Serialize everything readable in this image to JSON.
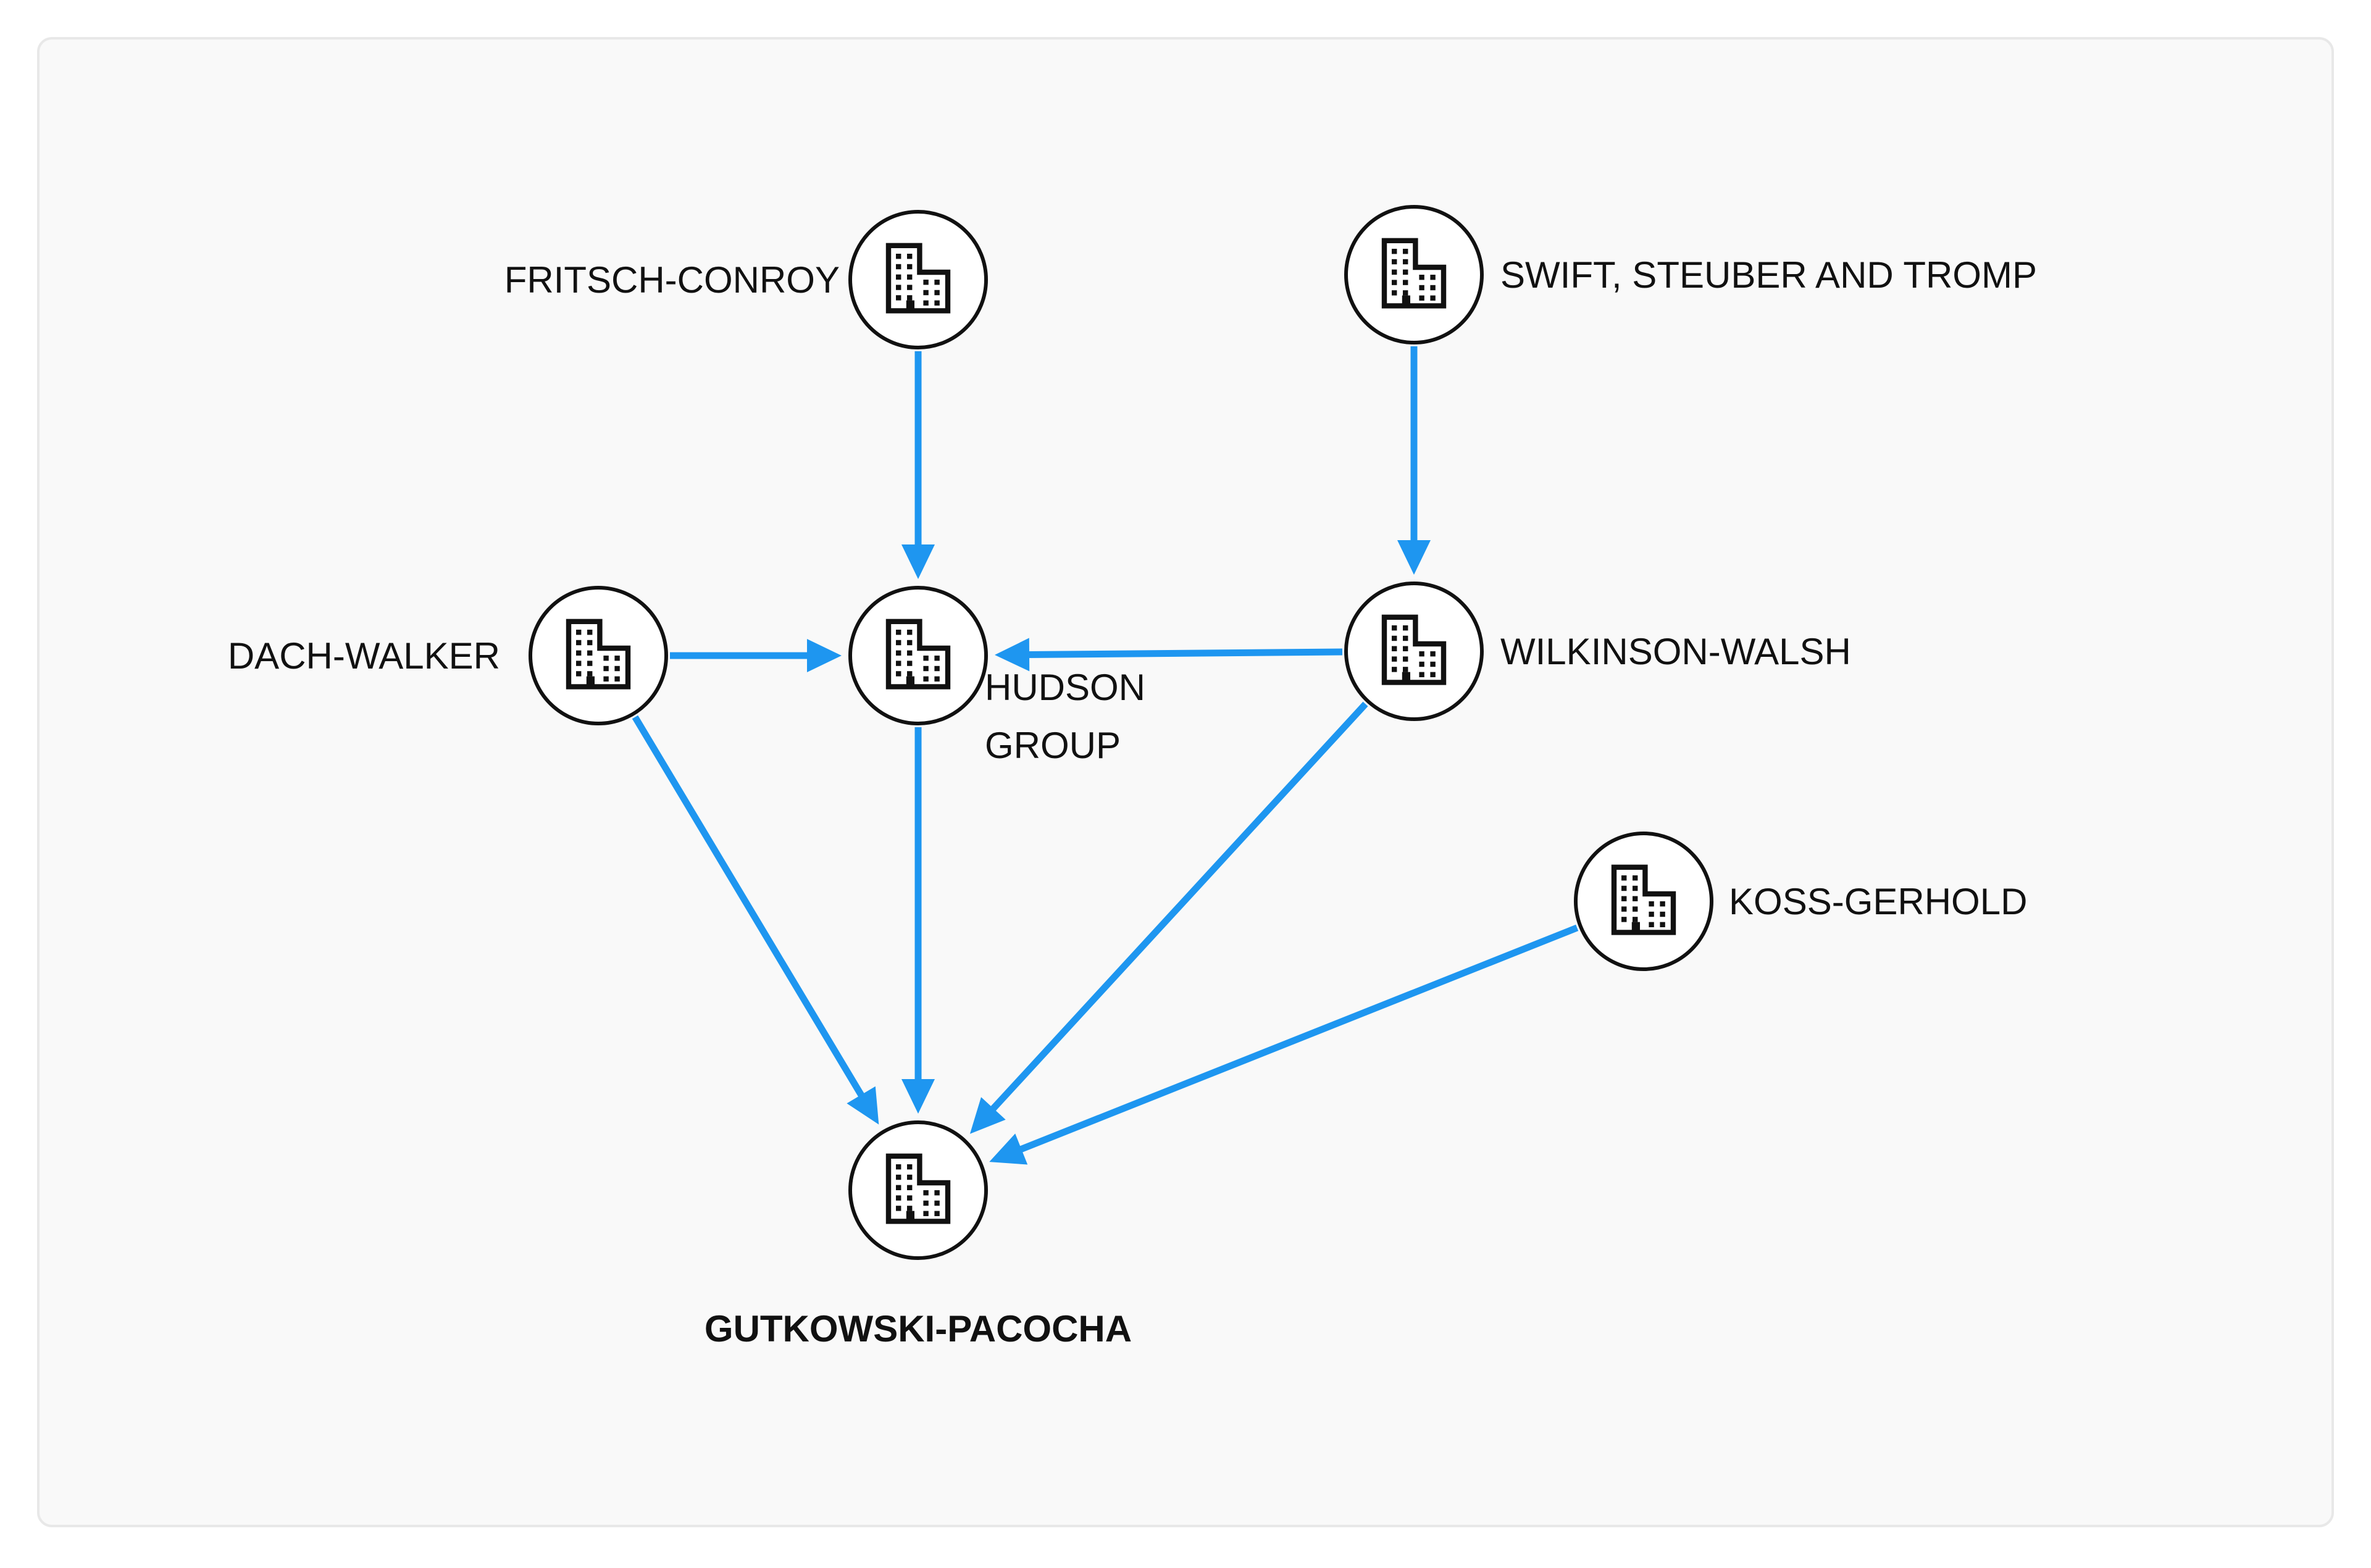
{
  "diagram": {
    "colors": {
      "panel_background": "#f9f9f9",
      "panel_border": "#e8e8e8",
      "edge": "#1e96f0",
      "node_fill": "#ffffff",
      "node_stroke": "#111111",
      "icon": "#111111"
    },
    "node_icon": "office-building-icon",
    "nodes": [
      {
        "id": "fritsch-conroy",
        "label_lines": [
          "FRITSCH-CONROY"
        ],
        "emphasis": false
      },
      {
        "id": "swift-steuber-and-tromp",
        "label_lines": [
          "SWIFT, STEUBER AND TROMP"
        ],
        "emphasis": false
      },
      {
        "id": "dach-walker",
        "label_lines": [
          "DACH-WALKER"
        ],
        "emphasis": false
      },
      {
        "id": "hudson-group",
        "label_lines": [
          "HUDSON",
          "GROUP"
        ],
        "emphasis": false
      },
      {
        "id": "wilkinson-walsh",
        "label_lines": [
          "WILKINSON-WALSH"
        ],
        "emphasis": false
      },
      {
        "id": "koss-gerhold",
        "label_lines": [
          "KOSS-GERHOLD"
        ],
        "emphasis": false
      },
      {
        "id": "gutkowski-pacocha",
        "label_lines": [
          "GUTKOWSKI-PACOCHA"
        ],
        "emphasis": true
      }
    ],
    "edges": [
      {
        "from": "fritsch-conroy",
        "to": "hudson-group"
      },
      {
        "from": "swift-steuber-and-tromp",
        "to": "wilkinson-walsh"
      },
      {
        "from": "dach-walker",
        "to": "hudson-group"
      },
      {
        "from": "wilkinson-walsh",
        "to": "hudson-group"
      },
      {
        "from": "dach-walker",
        "to": "gutkowski-pacocha"
      },
      {
        "from": "hudson-group",
        "to": "gutkowski-pacocha"
      },
      {
        "from": "wilkinson-walsh",
        "to": "gutkowski-pacocha"
      },
      {
        "from": "koss-gerhold",
        "to": "gutkowski-pacocha"
      }
    ]
  }
}
